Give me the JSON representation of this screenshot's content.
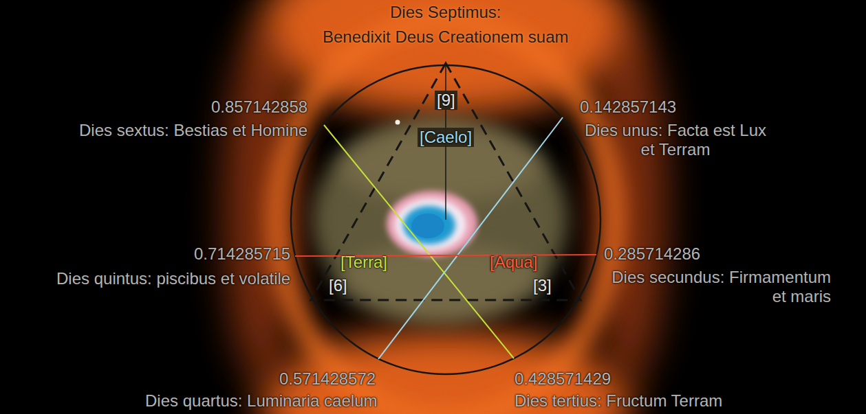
{
  "diagram": {
    "labels": [
      "Dies Septimus:",
      "Benedixit Deus Creationem suam",
      "0.857142858",
      "Dies sextus: Bestias et Homine",
      "0.142857143",
      "Dies unus: Facta est Lux et Terram",
      "[9]",
      "[Caelo]",
      "0.714285715",
      "Dies quintus: piscibus et volatile",
      "0.285714286",
      "Dies secundus: Firmamentum et maris",
      "[Terra]",
      "[Aqua]",
      "[6]",
      "[3]",
      "0.571428572",
      "Dies quartus: Luminaria caelum",
      "0.428571429",
      "Dies tertius: Fructum Terram"
    ]
  }
}
